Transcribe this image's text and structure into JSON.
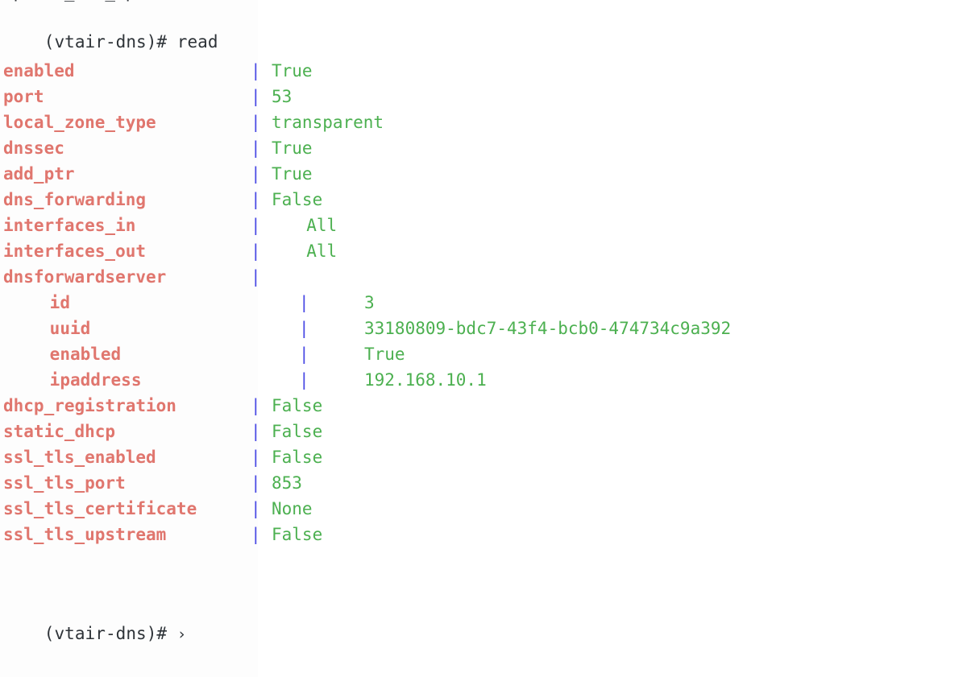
{
  "terminal": {
    "colors": {
      "background": "#ffffff",
      "band": "#fdfdfd",
      "key": "#e0766e",
      "value": "#4cb050",
      "separator": "#4a4ae4",
      "prompt": "#2e3338"
    },
    "clipped_top_line": "update_dns_update",
    "command_line": {
      "prompt": "(vtair-dns)# ",
      "command": "read"
    },
    "separator_glyph": "|",
    "rows": [
      {
        "key": "enabled",
        "indent": 0,
        "value": "True",
        "value_pad": 0
      },
      {
        "key": "port",
        "indent": 0,
        "value": "53",
        "value_pad": 0
      },
      {
        "key": "local_zone_type",
        "indent": 0,
        "value": "transparent",
        "value_pad": 0
      },
      {
        "key": "dnssec",
        "indent": 0,
        "value": "True",
        "value_pad": 0
      },
      {
        "key": "add_ptr",
        "indent": 0,
        "value": "True",
        "value_pad": 0
      },
      {
        "key": "dns_forwarding",
        "indent": 0,
        "value": "False",
        "value_pad": 0
      },
      {
        "key": "interfaces_in",
        "indent": 0,
        "value": "All",
        "value_pad": 3
      },
      {
        "key": "interfaces_out",
        "indent": 0,
        "value": "All",
        "value_pad": 3
      },
      {
        "key": "dnsforwardserver",
        "indent": 0,
        "value": "",
        "value_pad": 0
      },
      {
        "key": "id",
        "indent": 1,
        "value": "3",
        "value_pad": 0
      },
      {
        "key": "uuid",
        "indent": 1,
        "value": "33180809-bdc7-43f4-bcb0-474734c9a392",
        "value_pad": 0
      },
      {
        "key": "enabled",
        "indent": 1,
        "value": "True",
        "value_pad": 0
      },
      {
        "key": "ipaddress",
        "indent": 1,
        "value": "192.168.10.1",
        "value_pad": 0
      },
      {
        "key": "dhcp_registration",
        "indent": 0,
        "value": "False",
        "value_pad": 0
      },
      {
        "key": "static_dhcp",
        "indent": 0,
        "value": "False",
        "value_pad": 0
      },
      {
        "key": "ssl_tls_enabled",
        "indent": 0,
        "value": "False",
        "value_pad": 0
      },
      {
        "key": "ssl_tls_port",
        "indent": 0,
        "value": "853",
        "value_pad": 0
      },
      {
        "key": "ssl_tls_certificate",
        "indent": 0,
        "value": "None",
        "value_pad": 0
      },
      {
        "key": "ssl_tls_upstream",
        "indent": 0,
        "value": "False",
        "value_pad": 0
      }
    ],
    "final_prompt": {
      "prompt": "(vtair-dns)# ",
      "cursor": "›"
    }
  }
}
